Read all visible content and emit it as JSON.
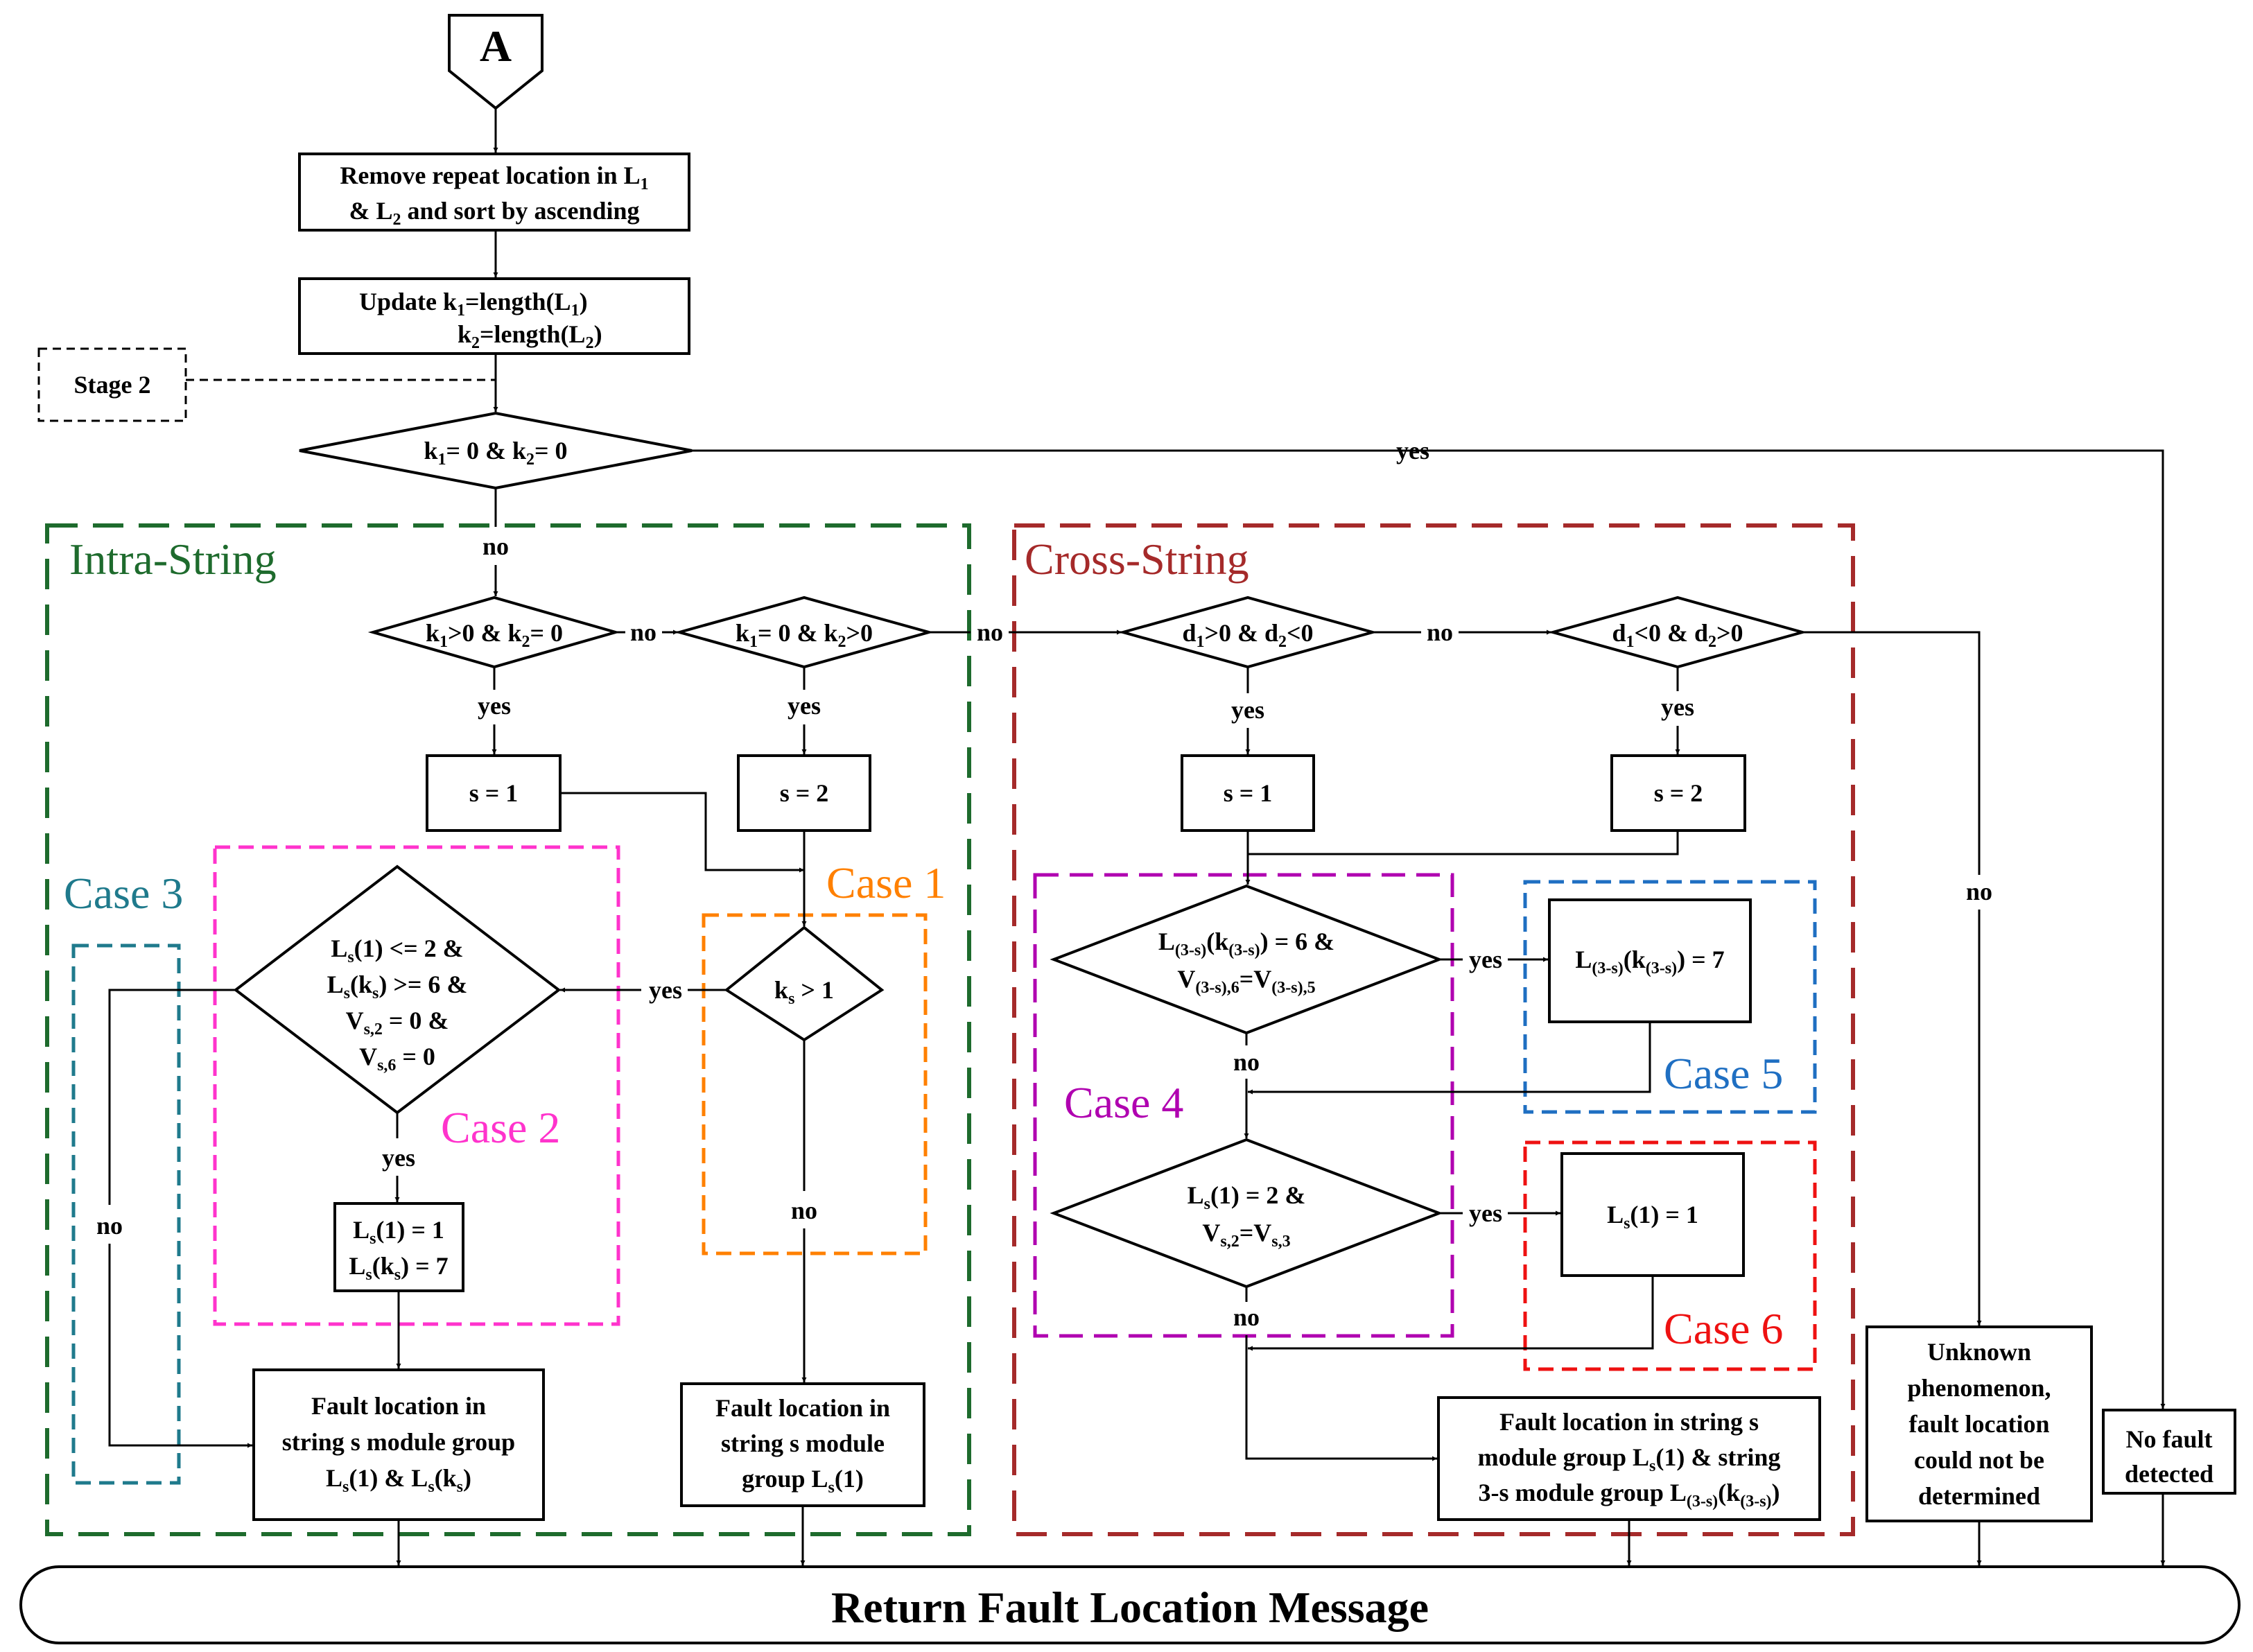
{
  "connector": {
    "label": "A"
  },
  "stage_label": "Stage 2",
  "step_remove": {
    "line1": "Remove repeat location in L",
    "sub1": "1",
    "line2a": "& L",
    "sub2": "2",
    "line2b": " and sort by ascending"
  },
  "step_update": {
    "a": "Update k",
    "a_sub": "1",
    "a2": "=length(L",
    "a_sub2": "1",
    "a3": ")",
    "b": "k",
    "b_sub": "2",
    "b2": "=length(L",
    "b_sub2": "2",
    "b3": ")"
  },
  "decision_main": {
    "a": "k",
    "s1": "1",
    "b": "= 0 & k",
    "s2": "2",
    "c": "= 0"
  },
  "regions": {
    "intra": "Intra-String",
    "cross": "Cross-String",
    "case1": "Case 1",
    "case2": "Case 2",
    "case3": "Case 3",
    "case4": "Case 4",
    "case5": "Case 5",
    "case6": "Case 6"
  },
  "flow_labels": {
    "yes": "yes",
    "no": "no"
  },
  "d1": {
    "a": "k",
    "s1": "1",
    "b": ">0 & k",
    "s2": "2",
    "c": "= 0"
  },
  "d2": {
    "a": "k",
    "s1": "1",
    "b": "= 0 & k",
    "s2": "2",
    "c": ">0"
  },
  "d3": {
    "a": "d",
    "s1": "1",
    "b": ">0 & d",
    "s2": "2",
    "c": "<0"
  },
  "d4": {
    "a": "d",
    "s1": "1",
    "b": "<0 & d",
    "s2": "2",
    "c": ">0"
  },
  "s_boxes": {
    "s1": "s = 1",
    "s2": "s = 2"
  },
  "ks_decision": {
    "a": "k",
    "s": "s",
    "b": " > 1"
  },
  "case2_decision": {
    "l1a": "L",
    "l1s": "s",
    "l1b": "(1) <= 2 &",
    "l2a": "L",
    "l2s": "s",
    "l2b": "(k",
    "l2s2": "s",
    "l2c": ") >= 6 &",
    "l3a": "V",
    "l3s": "s,2",
    "l3b": " = 0 &",
    "l4a": "V",
    "l4s": "s,6",
    "l4b": " = 0"
  },
  "case2_action": {
    "l1a": "L",
    "l1s": "s",
    "l1b": "(1) = 1",
    "l2a": "L",
    "l2s": "s",
    "l2b": "(k",
    "l2s2": "s",
    "l2c": ") = 7"
  },
  "result_intra_both": {
    "l1": "Fault location in",
    "l2": "string s module group",
    "l3a": "L",
    "l3s": "s",
    "l3b": "(1) & L",
    "l3s2": "s",
    "l3c": "(k",
    "l3s3": "s",
    "l3d": ")"
  },
  "result_intra_single": {
    "l1": "Fault location in",
    "l2": "string s module",
    "l3a": "group L",
    "l3s": "s",
    "l3b": "(1)"
  },
  "case4_d1": {
    "l1a": "L",
    "l1s": "(3-s)",
    "l1b": "(k",
    "l1s2": "(3-s)",
    "l1c": ") = 6 &",
    "l2a": "V",
    "l2s": "(3-s),6",
    "l2b": "=V",
    "l2s2": "(3-s),5"
  },
  "case5_action": {
    "a": "L",
    "s1": "(3-s)",
    "b": "(k",
    "s2": "(3-s)",
    "c": ") = 7"
  },
  "case4_d2": {
    "l1a": "L",
    "l1s": "s",
    "l1b": "(1) = 2 &",
    "l2a": "V",
    "l2s": "s,2",
    "l2b": "=V",
    "l2s2": "s,3"
  },
  "case6_action": {
    "a": "L",
    "s": "s",
    "b": "(1) = 1"
  },
  "result_cross": {
    "l1": "Fault location in string s",
    "l2a": "module group L",
    "l2s": "s",
    "l2b": "(1) & string",
    "l3a": "3-s module group L",
    "l3s": "(3-s)",
    "l3b": "(k",
    "l3s2": "(3-s)",
    "l3c": ")"
  },
  "unknown": {
    "l1": "Unknown",
    "l2": "phenomenon,",
    "l3": "fault location",
    "l4": "could not be",
    "l5": "determined"
  },
  "no_fault": {
    "l1": "No fault",
    "l2": "detected"
  },
  "terminal": {
    "label": "Return Fault Location Message"
  },
  "colors": {
    "intra": "#1e6b2d",
    "cross": "#a52a2a",
    "case1": "#ff8000",
    "case2": "#ff33cc",
    "case3": "#1f7a8c",
    "case4": "#b000b0",
    "case5": "#1f6fc2",
    "case6": "#ee1111"
  }
}
